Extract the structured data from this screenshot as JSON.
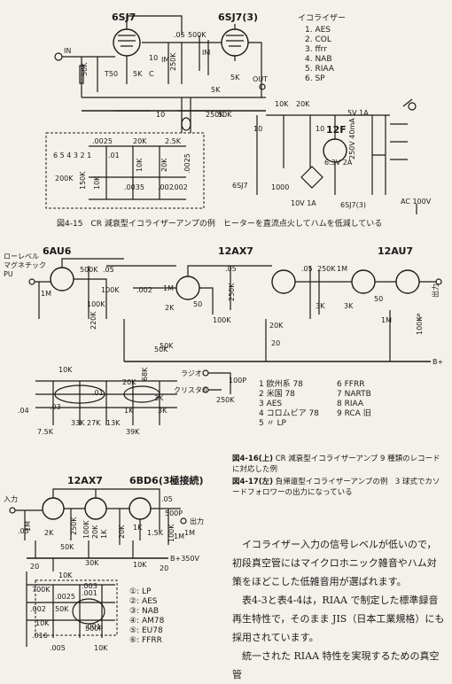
{
  "fig15": {
    "tubes": [
      "6SJ7",
      "6SJ7(3)"
    ],
    "input": "IN",
    "output": "OUT",
    "rectifier": "12F",
    "eq_title": "イコライザー",
    "eq_list": [
      "1. AES",
      "2. COL",
      "3. ffrr",
      "4. NAB",
      "5. RIAA",
      "6. SP"
    ],
    "parts": [
      "50K",
      "T50",
      "5K",
      "C",
      "10",
      "IM",
      "500K",
      ".05",
      "250K",
      "IM",
      "5K",
      "5K",
      "10",
      "10K",
      "20K",
      "250K",
      "10",
      "20K",
      "2.5K",
      ".0025",
      ".0035",
      ".002",
      ".01",
      ".0025",
      "200K",
      "150K",
      "10K",
      "10K",
      "20K",
      ".002",
      "50K",
      "10",
      "1000",
      "5V 1A",
      "250V 40mA",
      "6.3V 2A",
      "10V 1A",
      "6SJ7",
      "6SJ7(3)",
      "AC 100V"
    ],
    "switch_nums": "6 5 4 3 2 1",
    "caption": "図4-15　CR 減衰型イコライザーアンプの例　ヒーターを直流点火してハムを低減している"
  },
  "fig16": {
    "input_lines": [
      "ローレベル",
      "マグネチック",
      "PU"
    ],
    "tubes": [
      "6AU6",
      "12AX7",
      "12AU7"
    ],
    "output": "出力",
    "bplus": "B+",
    "radio": "ラジオ",
    "crystal": "クリスタル",
    "parts": [
      "500K",
      ".05",
      "100K",
      "1M",
      "100K",
      "220K",
      "50K",
      ".002",
      "1M",
      "2K",
      "50",
      ".05",
      "250K",
      "100K",
      "20",
      ".05",
      "250K",
      "1M",
      "3K",
      "3K",
      "50",
      "5",
      "1M",
      "100K",
      "50K",
      "20K",
      "100P",
      "250K",
      "68K",
      "20K",
      "3K",
      "3K",
      "39K",
      "33K",
      "27K",
      "13K",
      "7.5K",
      ".04",
      ".03",
      ".01",
      "1K",
      "10K"
    ],
    "eq_list_left": [
      "1  欧州系 78",
      "2  米国 78",
      "3  AES",
      "4  コロムビア 78",
      "5  〃 LP"
    ],
    "eq_list_right": [
      "6  FFRR",
      "7  NARTB",
      "8  RIAA",
      "9  RCA 旧"
    ]
  },
  "captions": {
    "fig16_label": "図4-16(上)",
    "fig16_text": "CR 減衰型イコライザーアンプ 9 種類のレコードに対応した例",
    "fig17_label": "図4-17(左)",
    "fig17_text": "負帰還型イコライザーアンプの例　3 球式でカソードフォロワーの出力になっている"
  },
  "fig17": {
    "input": "入力",
    "tubes": [
      "12AX7",
      "6BD6(3極接続)"
    ],
    "output": "出力",
    "bplus": "B+350V",
    "parts": [
      "1M",
      "2K",
      ".03",
      "250K",
      "100K",
      "20K",
      "1K",
      "20K",
      ".05",
      "100K",
      "50K",
      "1M",
      "1.5K",
      "500P",
      "1M",
      "1K",
      "20",
      "20",
      "30K",
      "10K",
      "10K",
      ".001",
      ".003",
      ".001",
      ".0025",
      ".002",
      "700K",
      "50K",
      "10K",
      ".016",
      ".005",
      "500P",
      "10K"
    ],
    "eq_list": [
      "①: LP",
      "②: AES",
      "③: NAB",
      "④: AM78",
      "⑤: EU78",
      "⑥: FFRR"
    ]
  },
  "body": {
    "paragraphs": [
      "イコライザー入力の信号レベルが低いので，初段真空管にはマイクロホニック雑音やハム対策をほどこした低雑音用が選ばれます。",
      "表4-3と表4-4は，RIAA で制定した標準録音再生特性で，そのまま JIS（日本工業規格）にも採用されています。",
      "統一された RIAA 特性を実現するための真空管"
    ]
  }
}
